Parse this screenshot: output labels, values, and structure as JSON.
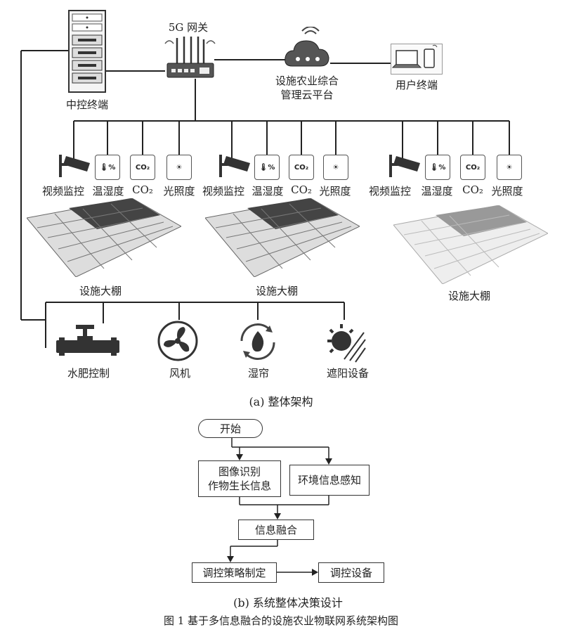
{
  "part_a": {
    "gateway_label": "5G 网关",
    "central_label": "中控终端",
    "cloud_label_line1": "设施农业综合",
    "cloud_label_line2": "管理云平台",
    "user_label": "用户终端",
    "groups": [
      {
        "video": "视频监控",
        "temp": "温湿度",
        "co2": "CO₂",
        "light": "光照度",
        "greenhouse": "设施大棚"
      },
      {
        "video": "视频监控",
        "temp": "温湿度",
        "co2": "CO₂",
        "light": "光照度",
        "greenhouse": "设施大棚"
      },
      {
        "video": "视频监控",
        "temp": "温湿度",
        "co2": "CO₂",
        "light": "光照度",
        "greenhouse": "设施大棚"
      }
    ],
    "actuators": [
      {
        "label": "水肥控制",
        "icon": "valve-icon"
      },
      {
        "label": "风机",
        "icon": "fan-icon"
      },
      {
        "label": "湿帘",
        "icon": "wet-curtain-icon"
      },
      {
        "label": "遮阳设备",
        "icon": "shade-icon"
      }
    ],
    "caption": "(a)  整体架构"
  },
  "part_b": {
    "start": "开始",
    "image_recog_line1": "图像识别",
    "image_recog_line2": "作物生长信息",
    "env_sense": "环境信息感知",
    "fusion": "信息融合",
    "strategy": "调控策略制定",
    "device": "调控设备",
    "caption": "(b)  系统整体决策设计"
  },
  "figure_caption": "图 1   基于多信息融合的设施农业物联网系统架构图"
}
